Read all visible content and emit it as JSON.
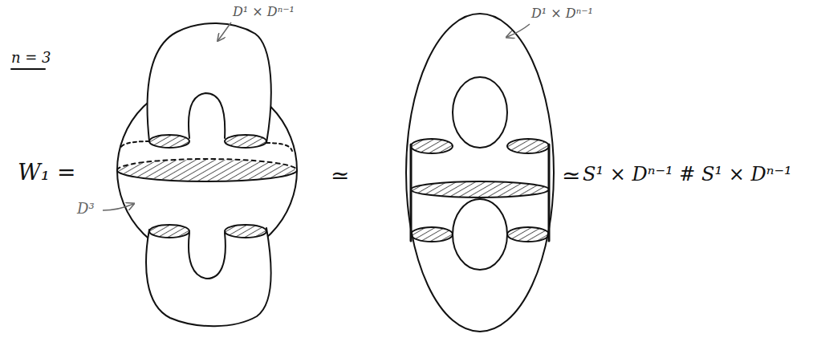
{
  "diagram": {
    "labels": [
      "n = 3",
      "D¹ × Dⁿ⁻¹",
      "D¹ × Dⁿ⁻¹",
      "W₁ =",
      "≃",
      "≃",
      "S¹ × Dⁿ⁻¹ # S¹ × Dⁿ⁻¹",
      "D³"
    ]
  }
}
